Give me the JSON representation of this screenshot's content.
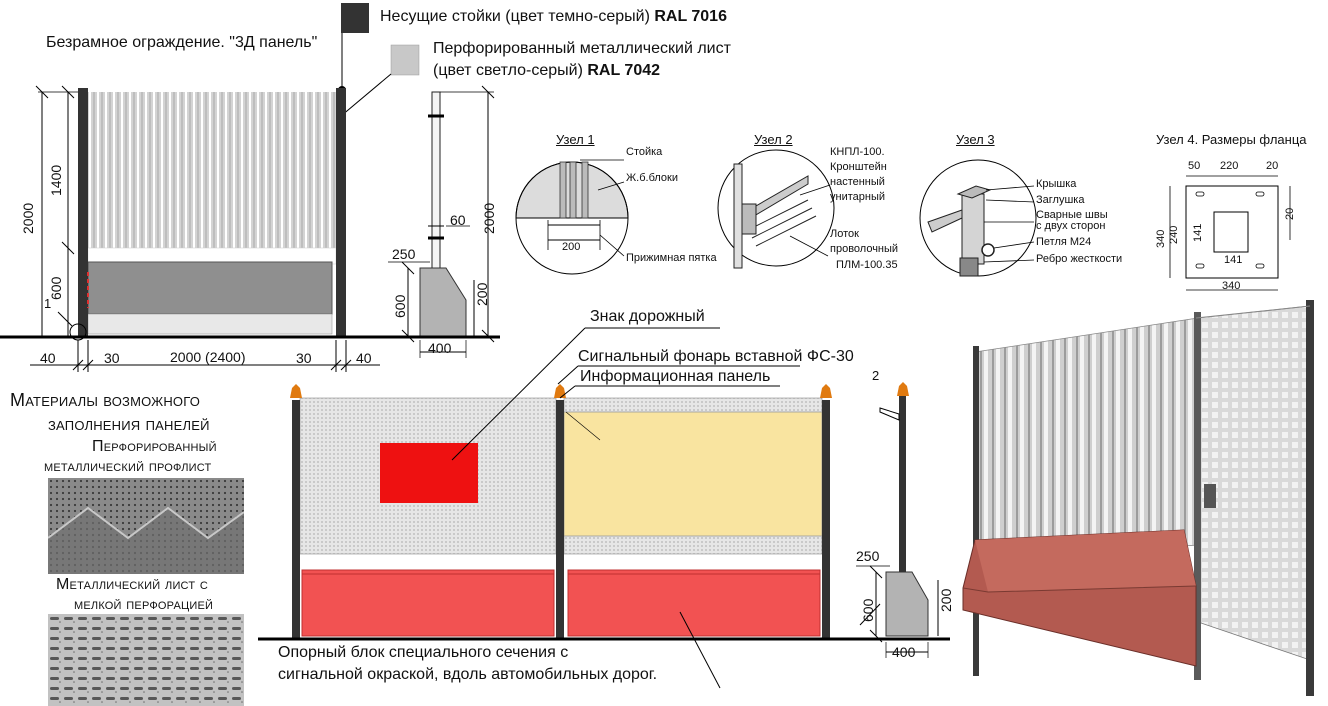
{
  "legend": {
    "title": "Безрамное ограждение. \"3Д панель\"",
    "item1_text": "Несущие стойки (цвет темно-серый)",
    "item1_code": "RAL 7016",
    "item1_color": "#333333",
    "item2_line1": "Перфорированный металлический лист",
    "item2_line2": "(цвет светло-серый)",
    "item2_code": "RAL 7042",
    "item2_color": "#c8c8c8"
  },
  "elevation": {
    "dim_total": "2000",
    "dim_upper": "1400",
    "dim_lower": "600",
    "node_marker": "1",
    "bottom_dims": [
      "40",
      "30",
      "2000 (2400)",
      "30",
      "40"
    ]
  },
  "side_view": {
    "dim_post": "60",
    "dim_height": "2000",
    "dim_block_top": "250",
    "dim_block_h": "600",
    "dim_block_side": "200",
    "dim_block_w": "400"
  },
  "nodes": {
    "node1": {
      "title": "Узел 1",
      "labels": [
        "Стойка",
        "Ж.б.блоки",
        "Прижимная пятка"
      ],
      "dim": "200"
    },
    "node2": {
      "title": "Узел 2",
      "label1": [
        "КНПЛ-100.",
        "Кронштейн",
        "настенный",
        "унитарный"
      ],
      "label2": [
        "Лоток",
        "проволочный",
        "ПЛМ-100.35"
      ]
    },
    "node3": {
      "title": "Узел 3",
      "labels": [
        "Крышка",
        "Заглушка",
        "Сварные швы",
        "с двух сторон",
        "Петля  М24",
        "Ребро жесткости"
      ]
    },
    "node4": {
      "title": "Узел 4. Размеры фланца",
      "dims_top": [
        "50",
        "220",
        "20"
      ],
      "dims_left": [
        "340",
        "240",
        "141"
      ],
      "dims_right": [
        "20"
      ],
      "dims_bottom": [
        "141",
        "340"
      ]
    }
  },
  "materials": {
    "heading1": "Материалы возможного",
    "heading2": "заполнения панелей",
    "item1_line1": "Перфорированный",
    "item1_line2": "металлический профлист",
    "item2_line1": "Металлический лист с",
    "item2_line2": "мелкой перфорацией"
  },
  "road_fence": {
    "sign_label": "Знак дорожный",
    "lamp_label": "Сигнальный фонарь вставной ФС-30",
    "panel_label": "Информационная панель",
    "marker": "2",
    "block_label_line1": "Опорный блок специального сечения с",
    "block_label_line2": "сигнальной окраской, вдоль автомобильных дорог.",
    "dim_block_top": "250",
    "dim_block_h": "600",
    "dim_block_side": "200",
    "dim_block_w": "400",
    "sign_color": "#ee1111",
    "panel_color": "#f9e4a0",
    "block_color": "#f25252",
    "lamp_color": "#e07a10"
  }
}
